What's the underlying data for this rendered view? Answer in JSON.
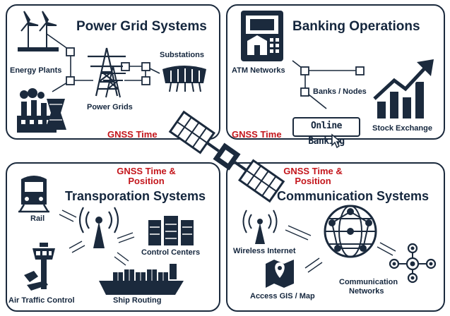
{
  "panels": {
    "power": {
      "title": "Power Grid Systems",
      "labels": {
        "energy_plants": "Energy Plants",
        "power_grids": "Power Grids",
        "substations": "Substations"
      }
    },
    "banking": {
      "title": "Banking Operations",
      "labels": {
        "atm": "ATM Networks",
        "banks": "Banks / Nodes",
        "stock": "Stock Exchange",
        "online": "Online Banking"
      }
    },
    "transport": {
      "title": "Transporation Systems",
      "labels": {
        "rail": "Rail",
        "control": "Control Centers",
        "air": "Air Traffic Control",
        "ship": "Ship Routing"
      }
    },
    "communication": {
      "title": "Communication Systems",
      "labels": {
        "wireless": "Wireless Internet",
        "gis": "Access GIS / Map",
        "networks_1": "Communication",
        "networks_2": "Networks"
      }
    }
  },
  "gnss": {
    "time_left": "GNSS Time",
    "time_right": "GNSS Time",
    "pos_left_1": "GNSS Time &",
    "pos_left_2": "Position",
    "pos_right_1": "GNSS Time &",
    "pos_right_2": "Position"
  },
  "colors": {
    "ink": "#1b2a3d",
    "accent_red": "#c4161c",
    "background": "#ffffff"
  }
}
